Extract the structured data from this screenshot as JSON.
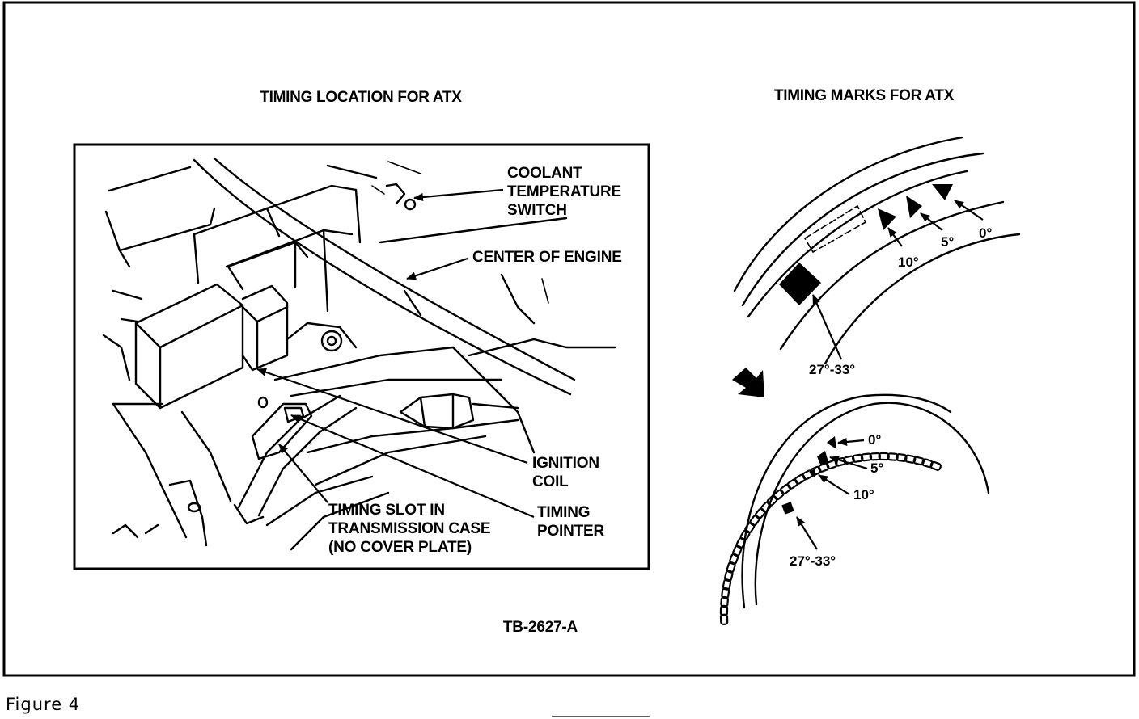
{
  "left_panel": {
    "title": "TIMING LOCATION FOR ATX",
    "labels": {
      "coolant_1": "COOLANT",
      "coolant_2": "TEMPERATURE",
      "coolant_3": "SWITCH",
      "center_engine": "CENTER OF ENGINE",
      "ignition_1": "IGNITION",
      "ignition_2": "COIL",
      "slot_1": "TIMING SLOT IN",
      "slot_2": "TRANSMISSION CASE",
      "slot_3": "(NO COVER PLATE)",
      "pointer_1": "TIMING",
      "pointer_2": "POINTER"
    }
  },
  "right_panel": {
    "title": "TIMING MARKS FOR ATX",
    "top_view": {
      "deg_10": "10°",
      "deg_5": "5°",
      "deg_0": "0°",
      "range": "27°-33°"
    },
    "bottom_view": {
      "deg_0": "0°",
      "deg_5": "5°",
      "deg_10": "10°",
      "range": "27°-33°"
    }
  },
  "reference_code": "TB-2627-A",
  "caption": "Figure 4"
}
